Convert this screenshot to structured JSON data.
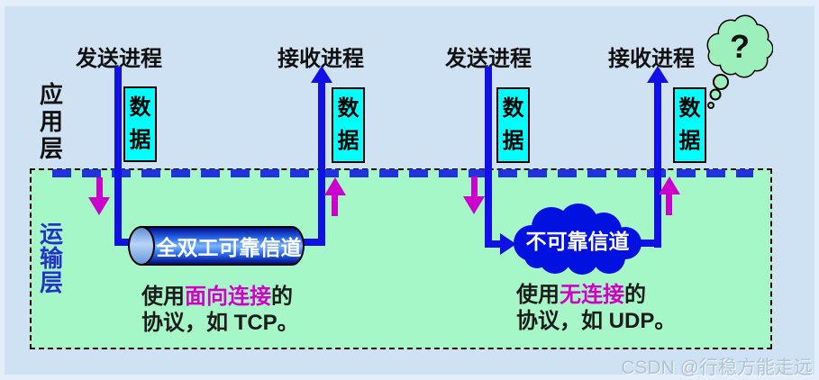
{
  "palette": {
    "canvas_bg": "#cfe2f4",
    "transport_box_bg": "#a6f7c7",
    "line_blue": "#1111e6",
    "dash_blue": "#2233dd",
    "arrow_magenta": "#cc00cc",
    "data_box_cyan": "#00ffff",
    "cloud_blue": "#0011e0",
    "bubble_green": "#9df0bb",
    "transport_label_blue": "#2233cc",
    "highlight_magenta": "#d400c8",
    "watermark_gray": "#b3c2d5"
  },
  "layers": {
    "application": "应用层",
    "transport": "运输层"
  },
  "columns": [
    {
      "process": "发送进程",
      "data_label": "数据"
    },
    {
      "process": "接收进程",
      "data_label": "数据"
    },
    {
      "process": "发送进程",
      "data_label": "数据"
    },
    {
      "process": "接收进程",
      "data_label": "数据"
    }
  ],
  "tcp": {
    "channel": "全双工可靠信道",
    "desc": {
      "pre": "使用",
      "highlight": "面向连接",
      "post": "的",
      "line2": "协议，如 TCP。"
    }
  },
  "udp": {
    "channel": "不可靠信道",
    "desc": {
      "pre": "使用",
      "highlight": "无连接",
      "post": "的",
      "line2": "协议，如 UDP。"
    }
  },
  "thought": {
    "mark": "?"
  },
  "watermark": "CSDN @行稳方能走远"
}
